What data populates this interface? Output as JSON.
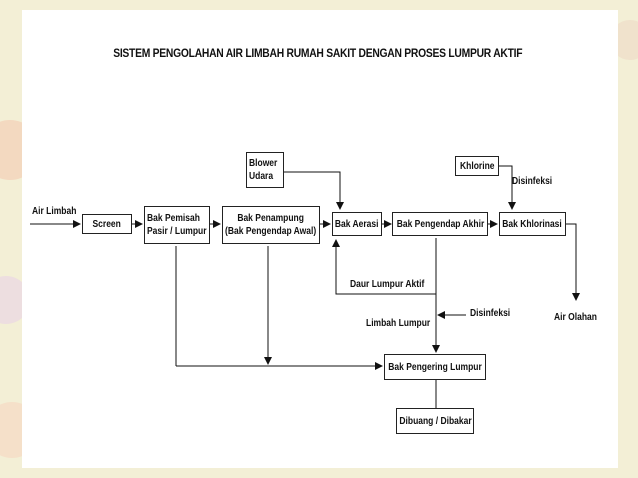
{
  "diagram": {
    "title": "SISTEM PENGOLAHAN AIR LIMBAH RUMAH SAKIT DENGAN PROSES LUMPUR AKTIF",
    "boxes": {
      "screen": "Screen",
      "bak_pemisah_1": "Bak Pemisah",
      "bak_pemisah_2": "Pasir / Lumpur",
      "bak_penampung_1": "Bak Penampung",
      "bak_penampung_2": "(Bak Pengendap Awal)",
      "blower_1": "Blower",
      "blower_2": "Udara",
      "bak_aerasi": "Bak Aerasi",
      "bak_pengendap_akhir": "Bak Pengendap Akhir",
      "khlorine": "Khlorine",
      "bak_khlorinasi": "Bak Khlorinasi",
      "bak_pengering": "Bak Pengering Lumpur",
      "dibuang": "Dibuang / Dibakar"
    },
    "labels": {
      "air_limbah": "Air Limbah",
      "disinfeksi_top": "Disinfeksi",
      "daur_lumpur": "Daur Lumpur Aktif",
      "limbah_lumpur": "Limbah Lumpur",
      "disinfeksi_mid": "Disinfeksi",
      "air_olahan": "Air Olahan"
    }
  }
}
